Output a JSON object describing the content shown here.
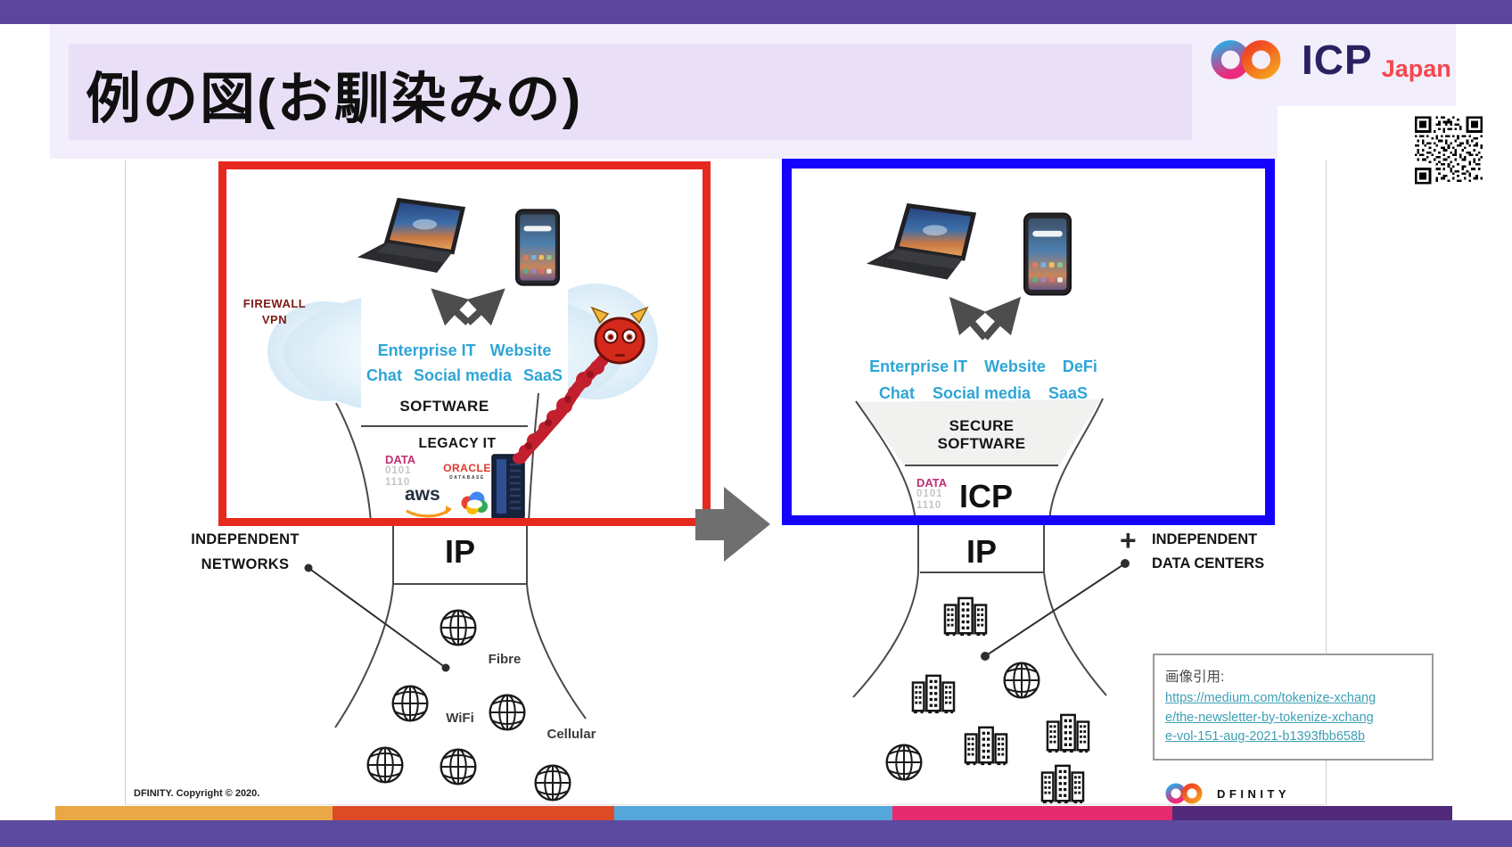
{
  "header": {
    "title": "例の図(お馴染みの)",
    "brand": {
      "name": "ICP",
      "region": "Japan"
    }
  },
  "left_panel": {
    "firewall": "FIREWALL",
    "vpn": "VPN",
    "apps_row1": [
      "Enterprise IT",
      "Website"
    ],
    "apps_row2": [
      "Chat",
      "Social media",
      "SaaS"
    ],
    "software": "SOFTWARE",
    "legacy_it": "LEGACY IT",
    "data": "DATA",
    "bits1": "0101",
    "bits2": "1110",
    "oracle": "ORACLE",
    "oracle_sub": "DATABASE",
    "aws": "aws",
    "ip": "IP",
    "independent_line1": "INDEPENDENT",
    "independent_line2": "NETWORKS",
    "fibre": "Fibre",
    "wifi": "WiFi",
    "cellular": "Cellular"
  },
  "right_panel": {
    "apps_row1": [
      "Enterprise IT",
      "Website",
      "DeFi"
    ],
    "apps_row2": [
      "Chat",
      "Social media",
      "SaaS"
    ],
    "secure_software": "SECURE SOFTWARE",
    "data": "DATA",
    "bits1": "0101",
    "bits2": "1110",
    "icp": "ICP",
    "ip": "IP",
    "plus": "+",
    "independent_line1": "INDEPENDENT",
    "independent_line2": "DATA CENTERS"
  },
  "citation": {
    "label": "画像引用:",
    "link_lines": [
      "https://medium.com/tokenize-xchang",
      "e/the-newsletter-by-tokenize-xchang",
      "e-vol-151-aug-2021-b1393fbb658b"
    ]
  },
  "footer": {
    "copyright": "DFINITY. Copyright © 2020.",
    "dfinity_wordmark": "DFINITY"
  },
  "colors": {
    "highlight_red": "#E5291F",
    "highlight_blue": "#1502FA",
    "accent_lightblue": "#2EA5D6",
    "data_magenta": "#C03076",
    "firewall_maroon": "#7D1A13",
    "link_teal": "#3E9FB3",
    "header_purple": "#5C469B"
  }
}
